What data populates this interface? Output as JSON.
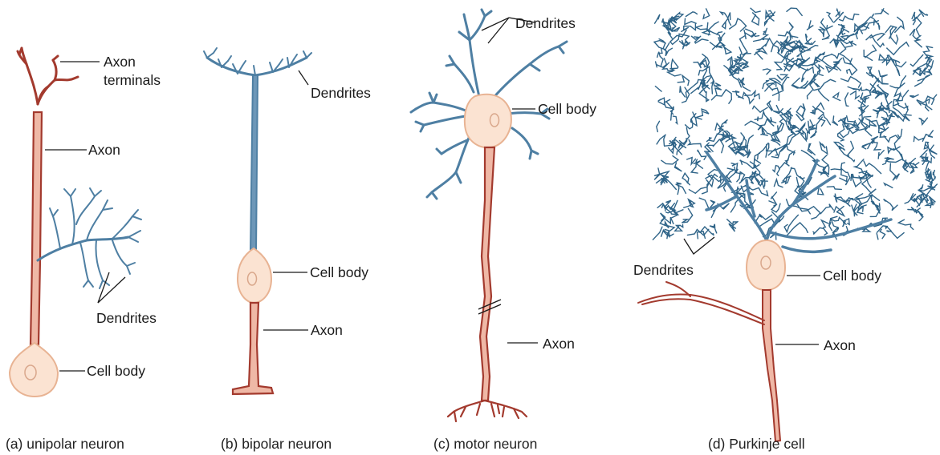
{
  "colors": {
    "axon": "#a33a2e",
    "axon_fill": "#efb8a6",
    "dendrite": "#4e7fa3",
    "dendrite_dark": "#2f6488",
    "cell_body_fill": "#fbe3d2",
    "cell_body_stroke": "#e8b393",
    "label_text": "#1a1a1a"
  },
  "panels": {
    "unipolar": {
      "caption": "(a) unipolar neuron",
      "labels": {
        "axon_terminals_line1": "Axon",
        "axon_terminals_line2": "terminals",
        "axon": "Axon",
        "dendrites": "Dendrites",
        "cell_body": "Cell body"
      }
    },
    "bipolar": {
      "caption": "(b) bipolar neuron",
      "labels": {
        "dendrites": "Dendrites",
        "cell_body": "Cell body",
        "axon": "Axon"
      }
    },
    "motor": {
      "caption": "(c) motor neuron",
      "labels": {
        "dendrites": "Dendrites",
        "cell_body": "Cell body",
        "axon": "Axon"
      }
    },
    "purkinje": {
      "caption": "(d) Purkinje cell",
      "labels": {
        "dendrites": "Dendrites",
        "cell_body": "Cell body",
        "axon": "Axon"
      }
    }
  }
}
